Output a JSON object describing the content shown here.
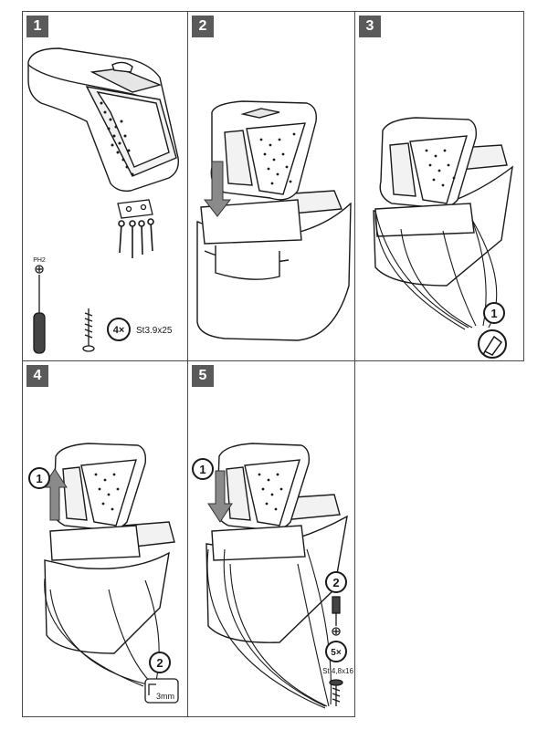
{
  "steps": [
    {
      "number": "1"
    },
    {
      "number": "2"
    },
    {
      "number": "3"
    },
    {
      "number": "4"
    },
    {
      "number": "5"
    }
  ],
  "step1": {
    "tool_label": "PH2",
    "screw_qty": "4×",
    "screw_spec": "St3.9x25"
  },
  "step3": {
    "callout": "1"
  },
  "step4": {
    "callout_lift": "1",
    "callout_gap": "2",
    "gap_value": "3mm"
  },
  "step5": {
    "callout_push": "1",
    "callout_screw": "2",
    "screw_qty": "5×",
    "screw_spec": "St 4,8x16"
  },
  "colors": {
    "badge": "#5a5a5a",
    "border": "#4a4a4a",
    "line": "#1a1a1a",
    "console_fill": "#f2f2f2"
  }
}
